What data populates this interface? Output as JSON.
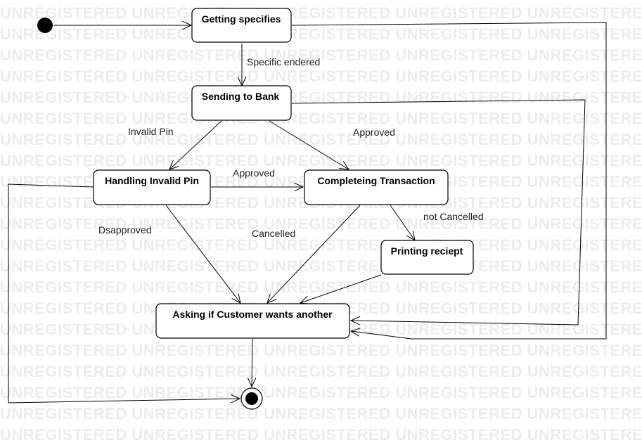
{
  "watermark": "UNREGISTERED",
  "states": {
    "getting_specifics": "Getting specifies",
    "sending_to_bank": "Sending to Bank",
    "handling_invalid_pin": "Handling Invalid Pin",
    "completing_transaction": "Completeing Transaction",
    "printing_receipt": "Printing reciept",
    "asking_another": "Asking if Customer wants another"
  },
  "transitions": {
    "specific_entered": "Specific endered",
    "invalid_pin": "Invalid Pin",
    "approved_bank": "Approved",
    "approved_pin": "Approved",
    "disapproved": "Dsapproved",
    "cancelled": "Cancelled",
    "not_cancelled": "not Cancelled"
  }
}
